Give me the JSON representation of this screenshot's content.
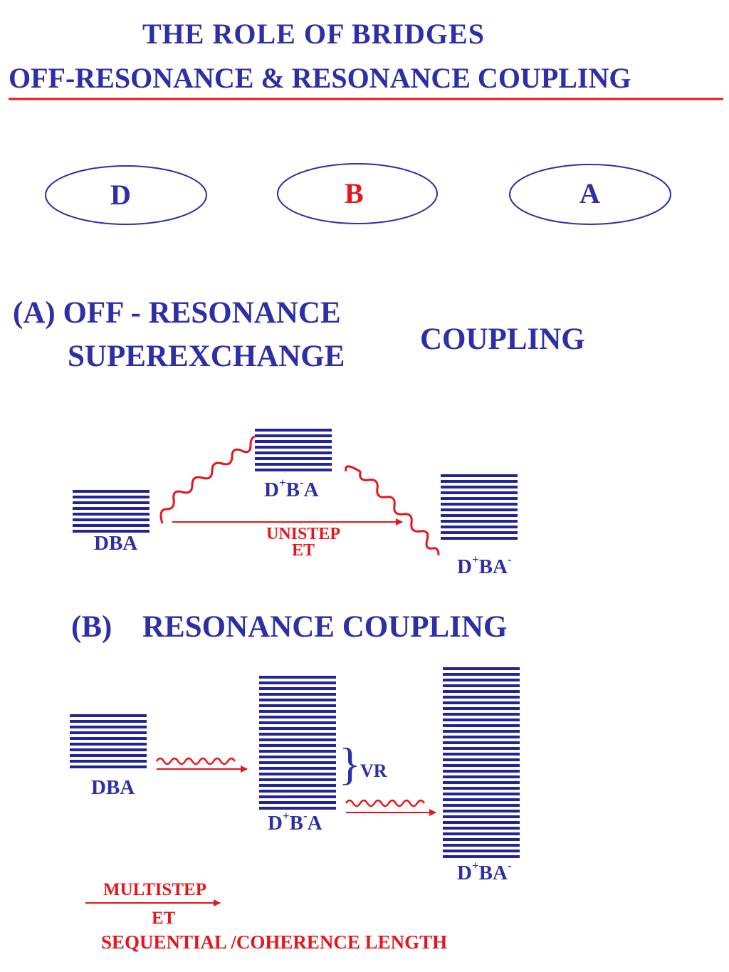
{
  "title": {
    "line1": "THE   ROLE   OF   BRIDGES",
    "line2": "OFF-RESONANCE  & RESONANCE  COUPLING"
  },
  "species": {
    "donor": "D",
    "bridge": "B",
    "acceptor": "A"
  },
  "section_a": {
    "heading_line1": "(A) OFF - RESONANCE",
    "heading_line2": "SUPEREXCHANGE",
    "coupling": "COUPLING",
    "label_dba": "DBA",
    "label_bridge": {
      "base1": "D",
      "sup1": "+",
      "base2": "B",
      "sup2": "-",
      "base3": "A"
    },
    "label_product": {
      "base1": "D",
      "sup1": "+",
      "base2": "BA",
      "sup2": "-"
    },
    "arrow_line1": "UNISTEP",
    "arrow_line2": "ET"
  },
  "section_b": {
    "prefix": "(B)",
    "heading": "RESONANCE  COUPLING",
    "label_dba": "DBA",
    "label_bridge": {
      "base1": "D",
      "sup1": "+",
      "base2": "B",
      "sup2": "-",
      "base3": "A"
    },
    "label_product": {
      "base1": "D",
      "sup1": "+",
      "base2": "BA",
      "sup2": "-"
    },
    "vr": "VR"
  },
  "footer": {
    "multistep": "MULTISTEP",
    "et": "ET",
    "sequential": "SEQUENTIAL /COHERENCE  LENGTH"
  },
  "colors": {
    "text_blue": "#2e2ea8",
    "level_blue": "#23239a",
    "accent_red": "#e8141b",
    "bridge_label": "#e8141b"
  }
}
